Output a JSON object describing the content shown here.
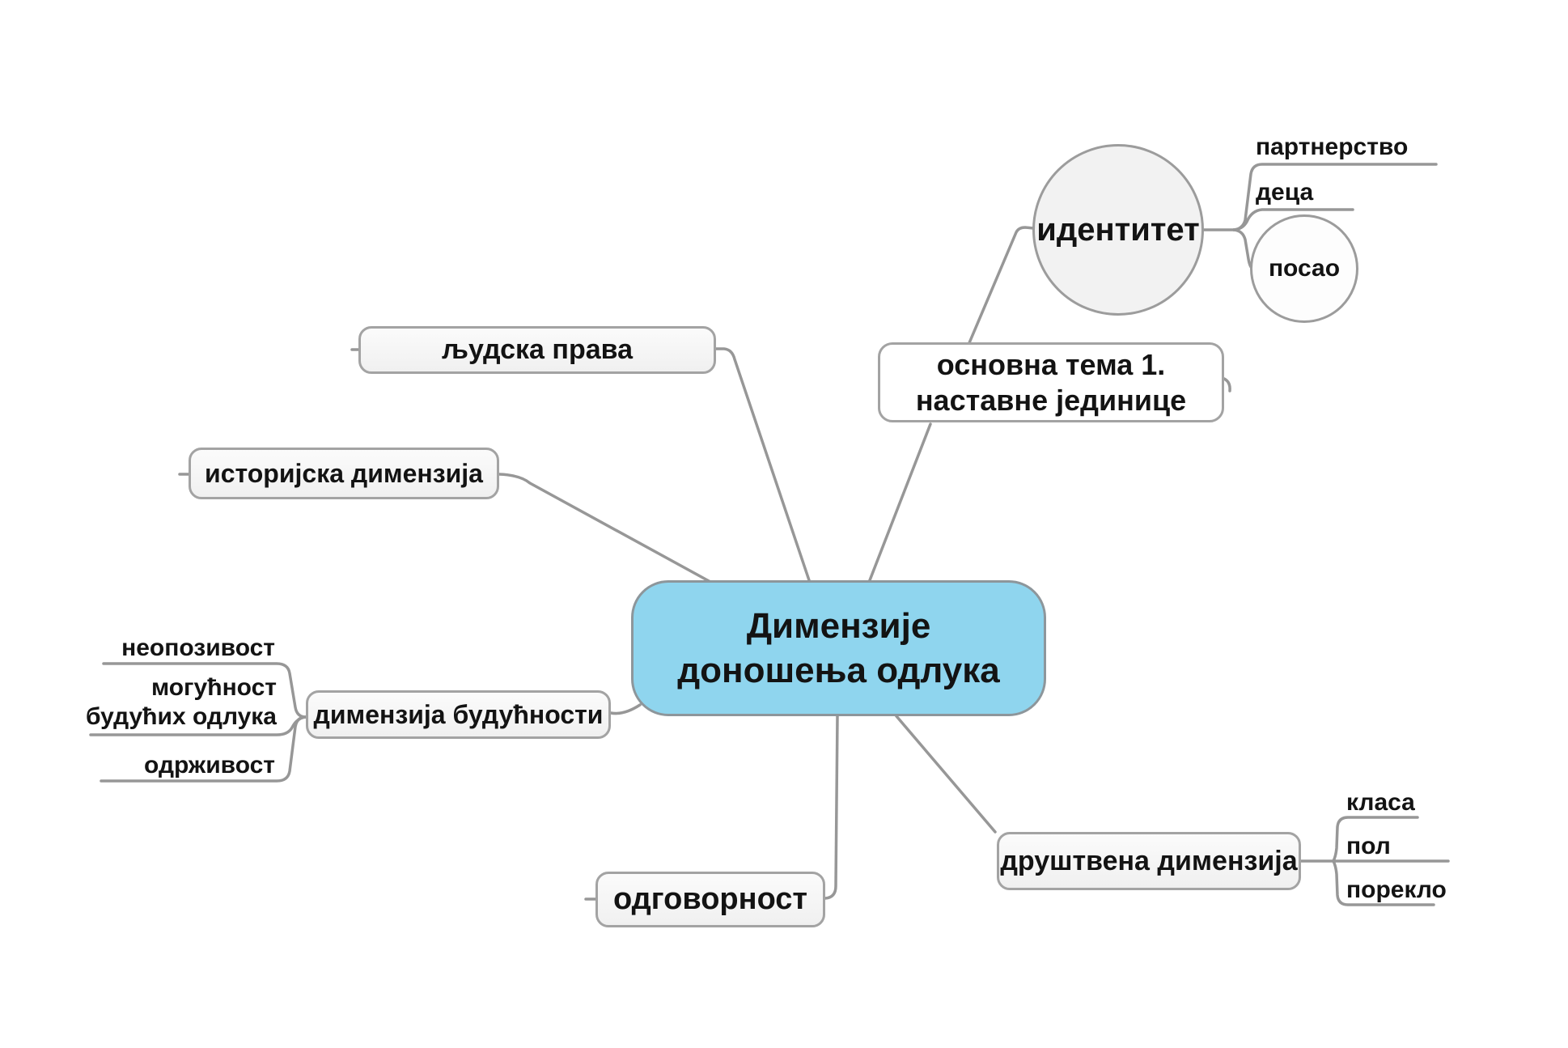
{
  "title": "Димензије доношења одлука",
  "colors": {
    "center_fill": "#8fd5ee",
    "node_fill": "#f5f5f5",
    "circle_fill": "#f2f2f2",
    "connector_line": "#979797",
    "node_border": "#a3a3a3",
    "text": "#131313"
  },
  "center": {
    "label_line1": "Димензије",
    "label_line2": "доношења одлука"
  },
  "nodes": {
    "ljudska_prava": {
      "label": "људска права"
    },
    "istorijska_dimenzija": {
      "label": "историјска димензија"
    },
    "osnovna_tema": {
      "line1": "основна тема 1.",
      "line2": "наставне јединице"
    },
    "identitet": {
      "label": "идентитет"
    },
    "partnerstvo": {
      "label": "партнерство"
    },
    "deca": {
      "label": "деца"
    },
    "posao": {
      "label": "посао"
    },
    "dimenzija_buducnosti": {
      "label": "димензија будућности"
    },
    "neopozivost": {
      "label": "неопозивост"
    },
    "mogucnost_buducih_odluka": {
      "line1": "могућност",
      "line2": "будућих одлука"
    },
    "odrzivost": {
      "label": "одрживост"
    },
    "odgovornost": {
      "label": "одговорност"
    },
    "drustvena_dimenzija": {
      "label": "друштвена димензија"
    },
    "klasa": {
      "label": "класа"
    },
    "pol": {
      "label": "пол"
    },
    "poreklo": {
      "label": "порекло"
    }
  }
}
